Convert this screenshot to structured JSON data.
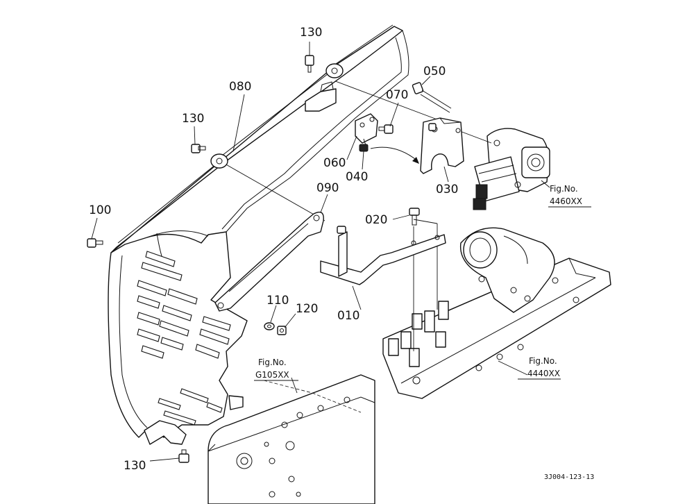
{
  "parts": {
    "p010": "010",
    "p020": "020",
    "p030": "030",
    "p040": "040",
    "p050": "050",
    "p060": "060",
    "p070": "070",
    "p080": "080",
    "p090": "090",
    "p100": "100",
    "p110": "110",
    "p120": "120",
    "p130a": "130",
    "p130b": "130",
    "p130c": "130"
  },
  "figs": {
    "egr": {
      "title": "Fig.No.",
      "number": "4460XX"
    },
    "manifold": {
      "title": "Fig.No.",
      "number": "4440XX"
    },
    "block": {
      "title": "Fig.No.",
      "number": "G105XX"
    }
  },
  "drawing_code": "3J004-123-13"
}
